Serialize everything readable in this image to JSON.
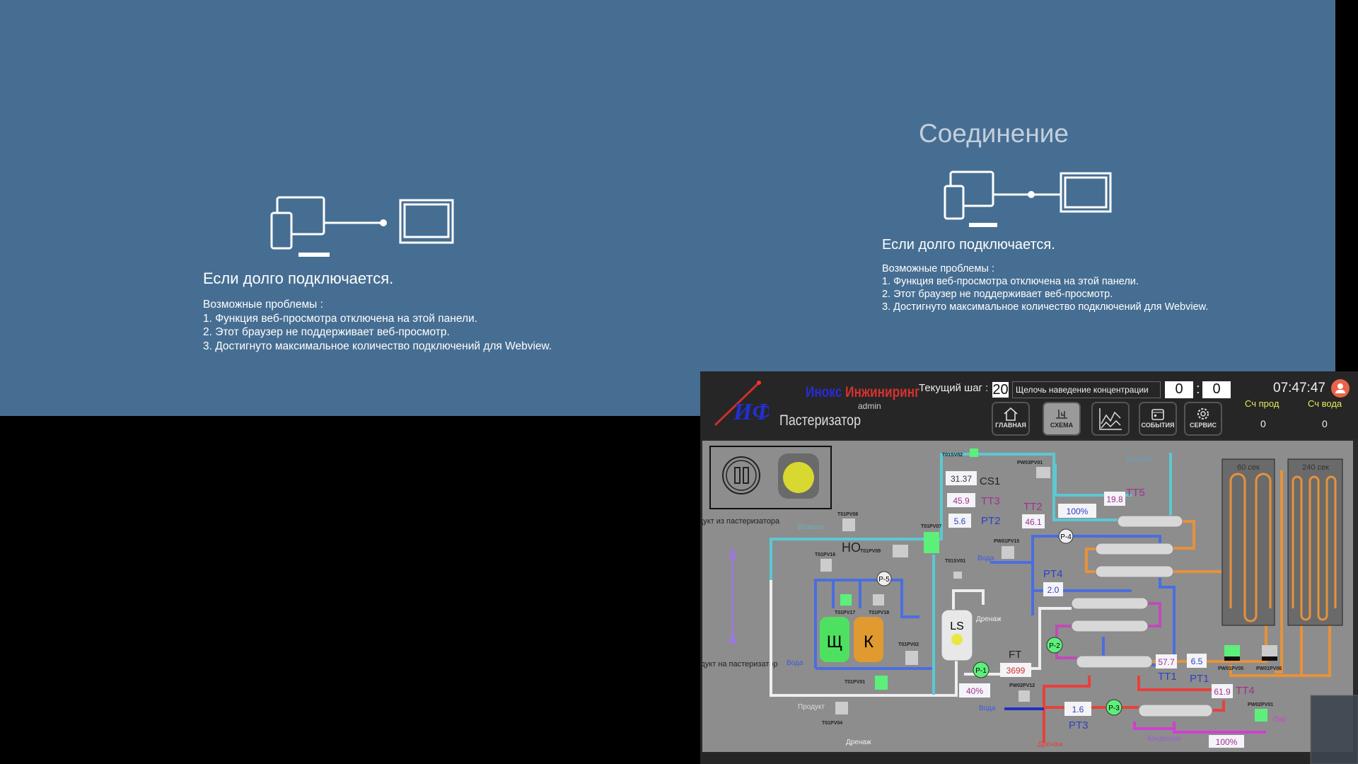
{
  "left_message": {
    "heading": "Если долго подключается.",
    "problems_title": "Возможные проблемы :",
    "problems": [
      "1. Функция веб-просмотра отключена на этой панели.",
      "2. Этот браузер не поддерживает веб-просмотр.",
      "3. Достигнуто максимальное количество подключений для Webview."
    ]
  },
  "right_message": {
    "title": "Соединение",
    "heading": "Если долго подключается.",
    "problems_title": "Возможные проблемы :",
    "problems": [
      "1. Функция веб-просмотра отключена на этой панели.",
      "2. Этот браузер не поддерживает веб-просмотр.",
      "3. Достигнуто максимальное количество подключений для Webview."
    ]
  },
  "header": {
    "brand_blue": "Инокс",
    "brand_red": "Инжиниринг",
    "user": "admin",
    "title": "Пастеризатор",
    "step_label": "Текущий шаг :",
    "step_number": "20",
    "step_name": "Щелочь наведение концентрации",
    "timer_min": "0",
    "timer_sep": ":",
    "timer_sec": "0",
    "time": "07:47:47",
    "counter_product_label": "Сч прод",
    "counter_product_value": "0",
    "counter_water_label": "Сч вода",
    "counter_water_value": "0",
    "nav": [
      {
        "label": "ГЛАВНАЯ",
        "icon": "home-icon"
      },
      {
        "label": "СХЕМА",
        "icon": "schema-icon"
      },
      {
        "label": "",
        "icon": "trend-chart-icon"
      },
      {
        "label": "СОБЫТИЯ",
        "icon": "calendar-icon"
      },
      {
        "label": "СЕРВИС",
        "icon": "gear-icon"
      }
    ]
  },
  "schema": {
    "product_from": "Продукт из пастеризатора",
    "product_to": "Продукт на пастеризатор",
    "values": {
      "cs1": "31.37",
      "tt3": "45.9",
      "pt2": "5.6",
      "tt2": "46.1",
      "valve1_pct": "100%",
      "tt5": "19.8",
      "pt4": "2.0",
      "ft": "3699",
      "ls_pct": "40%",
      "pt3": "1.6",
      "tt1": "57.7",
      "pt1": "6.5",
      "tt4": "61.9",
      "valve2_pct": "100%"
    },
    "tags": {
      "cs1": "CS1",
      "tt3": "TT3",
      "pt2": "PT2",
      "tt2": "TT2",
      "tt5": "TT5",
      "pt4": "PT4",
      "ft": "FT",
      "tt1": "TT1",
      "pt1": "PT1",
      "tt4": "TT4",
      "pt3": "PT3",
      "ho": "НО",
      "ls": "LS",
      "tank_alkali": "Щ",
      "tank_acid": "К"
    },
    "pumps": [
      "P-5",
      "P-4",
      "P-2",
      "P-1",
      "P-3"
    ],
    "valves": {
      "sv02": "T01SV02",
      "pv08": "T01PV08",
      "pv07": "T01PV07",
      "pv09": "T01PV09",
      "pv16": "T01PV16",
      "pv17": "T01PV17",
      "pv18": "T01PV18",
      "sv01": "T01SV01",
      "pv02": "T01PV02",
      "pv01": "T01PV01",
      "pv04": "T01PV04",
      "pw01pv15": "PW01PV15",
      "pw03pv01": "PW03PV01",
      "pw02pv12": "PW02PV12",
      "pw01pv05": "PW01PV05",
      "pw01pv06": "PW01PV06",
      "pw02pv01": "PW02PV01"
    },
    "labels": {
      "water": "Вода",
      "product": "Продукт",
      "drain": "Дренаж",
      "return": "Возврат",
      "steam": "Пар",
      "condensate": "Конденсат",
      "hold1": "60 сек",
      "hold2": "240 сек"
    }
  },
  "colors": {
    "background": "#466e92",
    "panel": "#262626",
    "schema_bg": "#8d8d8d",
    "cyan": "#5cc8d2",
    "blue_pipe": "#4a6ee0",
    "orange": "#e8913a",
    "red": "#e8403c",
    "magenta": "#c04ab8",
    "green": "#5cf07a"
  }
}
